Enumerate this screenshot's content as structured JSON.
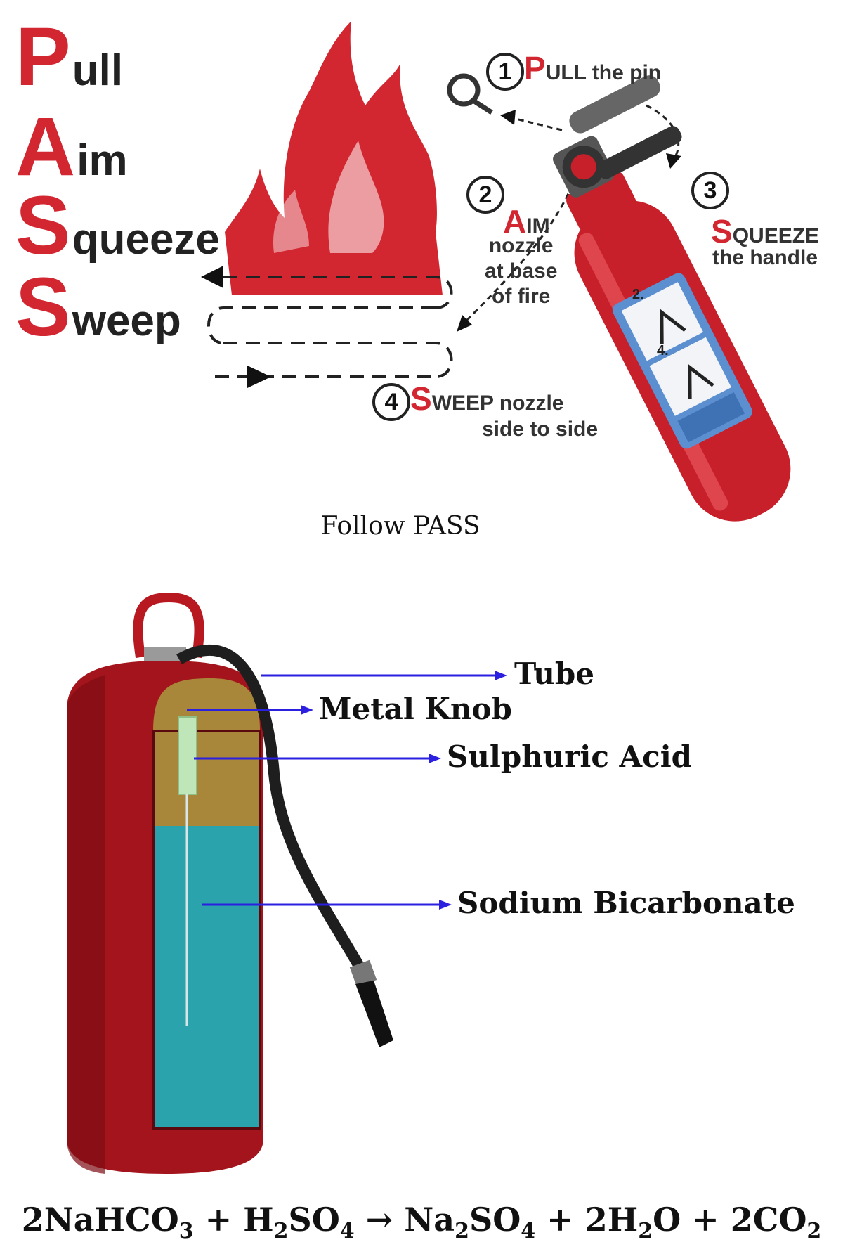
{
  "pass": {
    "letters": [
      {
        "big": "P",
        "rest": "ull"
      },
      {
        "big": "A",
        "rest": "im"
      },
      {
        "big": "S",
        "rest": "queeze"
      },
      {
        "big": "S",
        "rest": "weep"
      }
    ],
    "steps": [
      {
        "num": "1",
        "cap": "P",
        "text": "ULL the pin"
      },
      {
        "num": "2",
        "cap": "A",
        "text": "IM",
        "lines": [
          "nozzle",
          "at base",
          "of fire"
        ]
      },
      {
        "num": "3",
        "cap": "S",
        "text": "QUEEZE",
        "lines": [
          "the handle"
        ]
      },
      {
        "num": "4",
        "cap": "S",
        "text": "WEEP nozzle",
        "lines": [
          "side to side"
        ]
      }
    ],
    "label_steps": [
      "2.",
      "4."
    ],
    "caption": "Follow PASS"
  },
  "cutaway": {
    "labels": {
      "tube": "Tube",
      "metal_knob": "Metal Knob",
      "sulphuric_acid": "Sulphuric Acid",
      "sodium_bicarbonate": "Sodium Bicarbonate"
    }
  },
  "equation": {
    "t1": "2NaHCO",
    "s1": "3",
    "t2": " + H",
    "s2": "2",
    "t3": "SO",
    "s3": "4",
    "t4": " → Na",
    "s4": "2",
    "t5": "SO",
    "s5": "4",
    "t6": " + 2H",
    "s6": "2",
    "t7": "O + 2CO",
    "s7": "2"
  },
  "colors": {
    "brand_red": "#d22630",
    "arrow_blue": "#2b1fe0",
    "acid_fill": "#a8863a",
    "bicarb_fill": "#2ba3ad",
    "cylinder_red": "#a3141c"
  }
}
